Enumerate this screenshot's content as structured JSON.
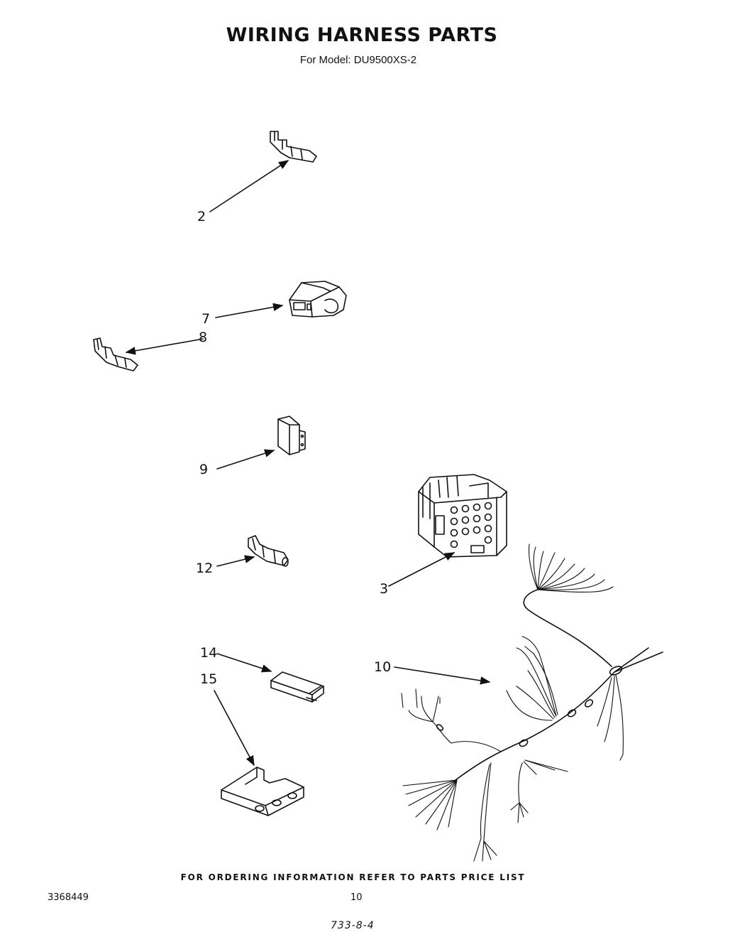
{
  "header": {
    "title": "WIRING HARNESS PARTS",
    "subtitle": "For Model: DU9500XS-2"
  },
  "callouts": {
    "c2": "2",
    "c7": "7",
    "c8": "8",
    "c9": "9",
    "c12": "12",
    "c3": "3",
    "c14": "14",
    "c15": "15",
    "c10": "10"
  },
  "footer": {
    "ordering_note": "FOR ORDERING INFORMATION REFER TO PARTS PRICE LIST",
    "doc_number": "3368449",
    "page_number": "10",
    "handwritten_code": "733-8-4"
  }
}
